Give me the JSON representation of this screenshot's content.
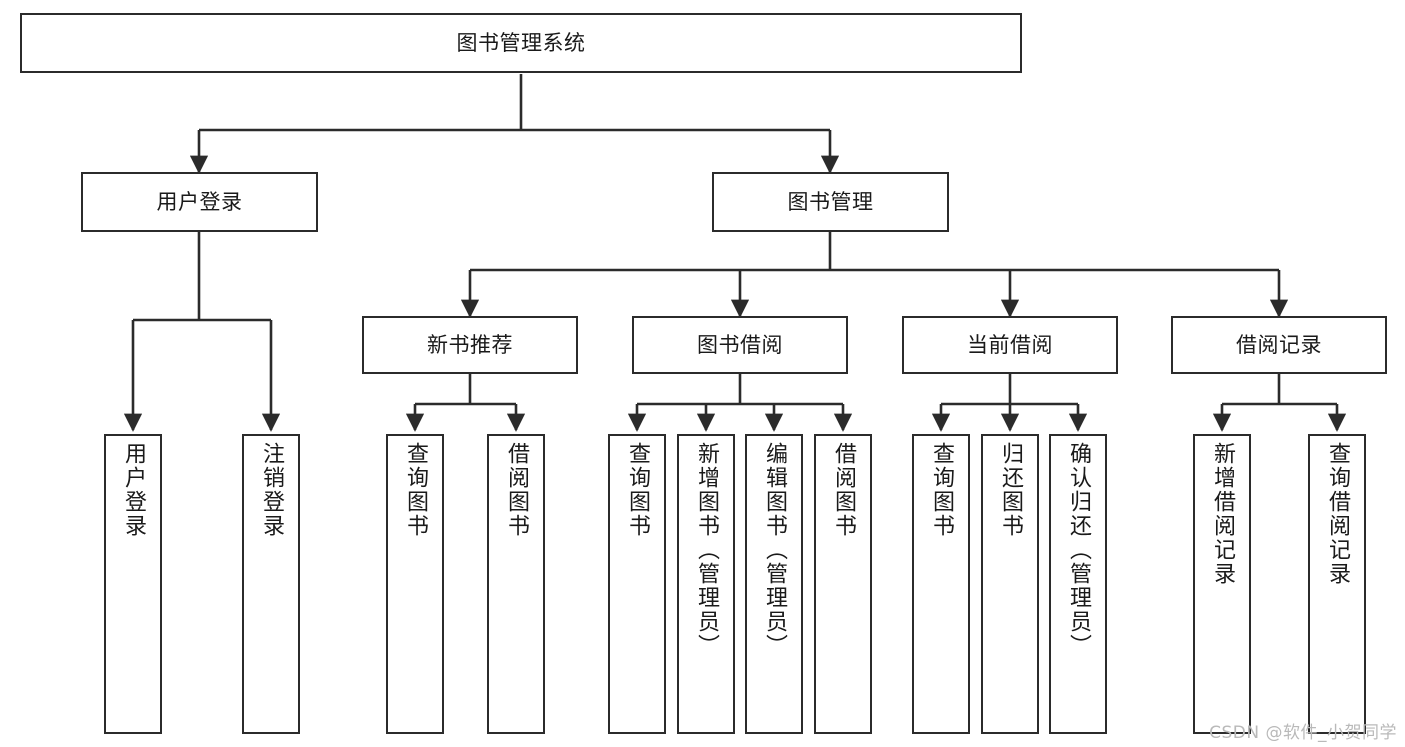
{
  "diagram": {
    "title": "图书管理系统",
    "watermark": "CSDN @软件_小贺同学",
    "stroke_color": "#2b2b2b",
    "fill_color": "#ffffff",
    "text_color": "#1a1a1a",
    "watermark_color": "#b9b9b9"
  },
  "nodes": {
    "root": {
      "label": "图书管理系统"
    },
    "level1": [
      {
        "label": "用户登录"
      },
      {
        "label": "图书管理"
      }
    ],
    "level2": [
      {
        "label": "新书推荐"
      },
      {
        "label": "图书借阅"
      },
      {
        "label": "当前借阅"
      },
      {
        "label": "借阅记录"
      }
    ],
    "leaves": [
      {
        "label": "用户登录"
      },
      {
        "label": "注销登录"
      },
      {
        "label": "查询图书"
      },
      {
        "label": "借阅图书"
      },
      {
        "label": "查询图书"
      },
      {
        "label": "新增图书（管理员）"
      },
      {
        "label": "编辑图书（管理员）"
      },
      {
        "label": "借阅图书"
      },
      {
        "label": "查询图书"
      },
      {
        "label": "归还图书"
      },
      {
        "label": "确认归还（管理员）"
      },
      {
        "label": "新增借阅记录"
      },
      {
        "label": "查询借阅记录"
      }
    ]
  }
}
